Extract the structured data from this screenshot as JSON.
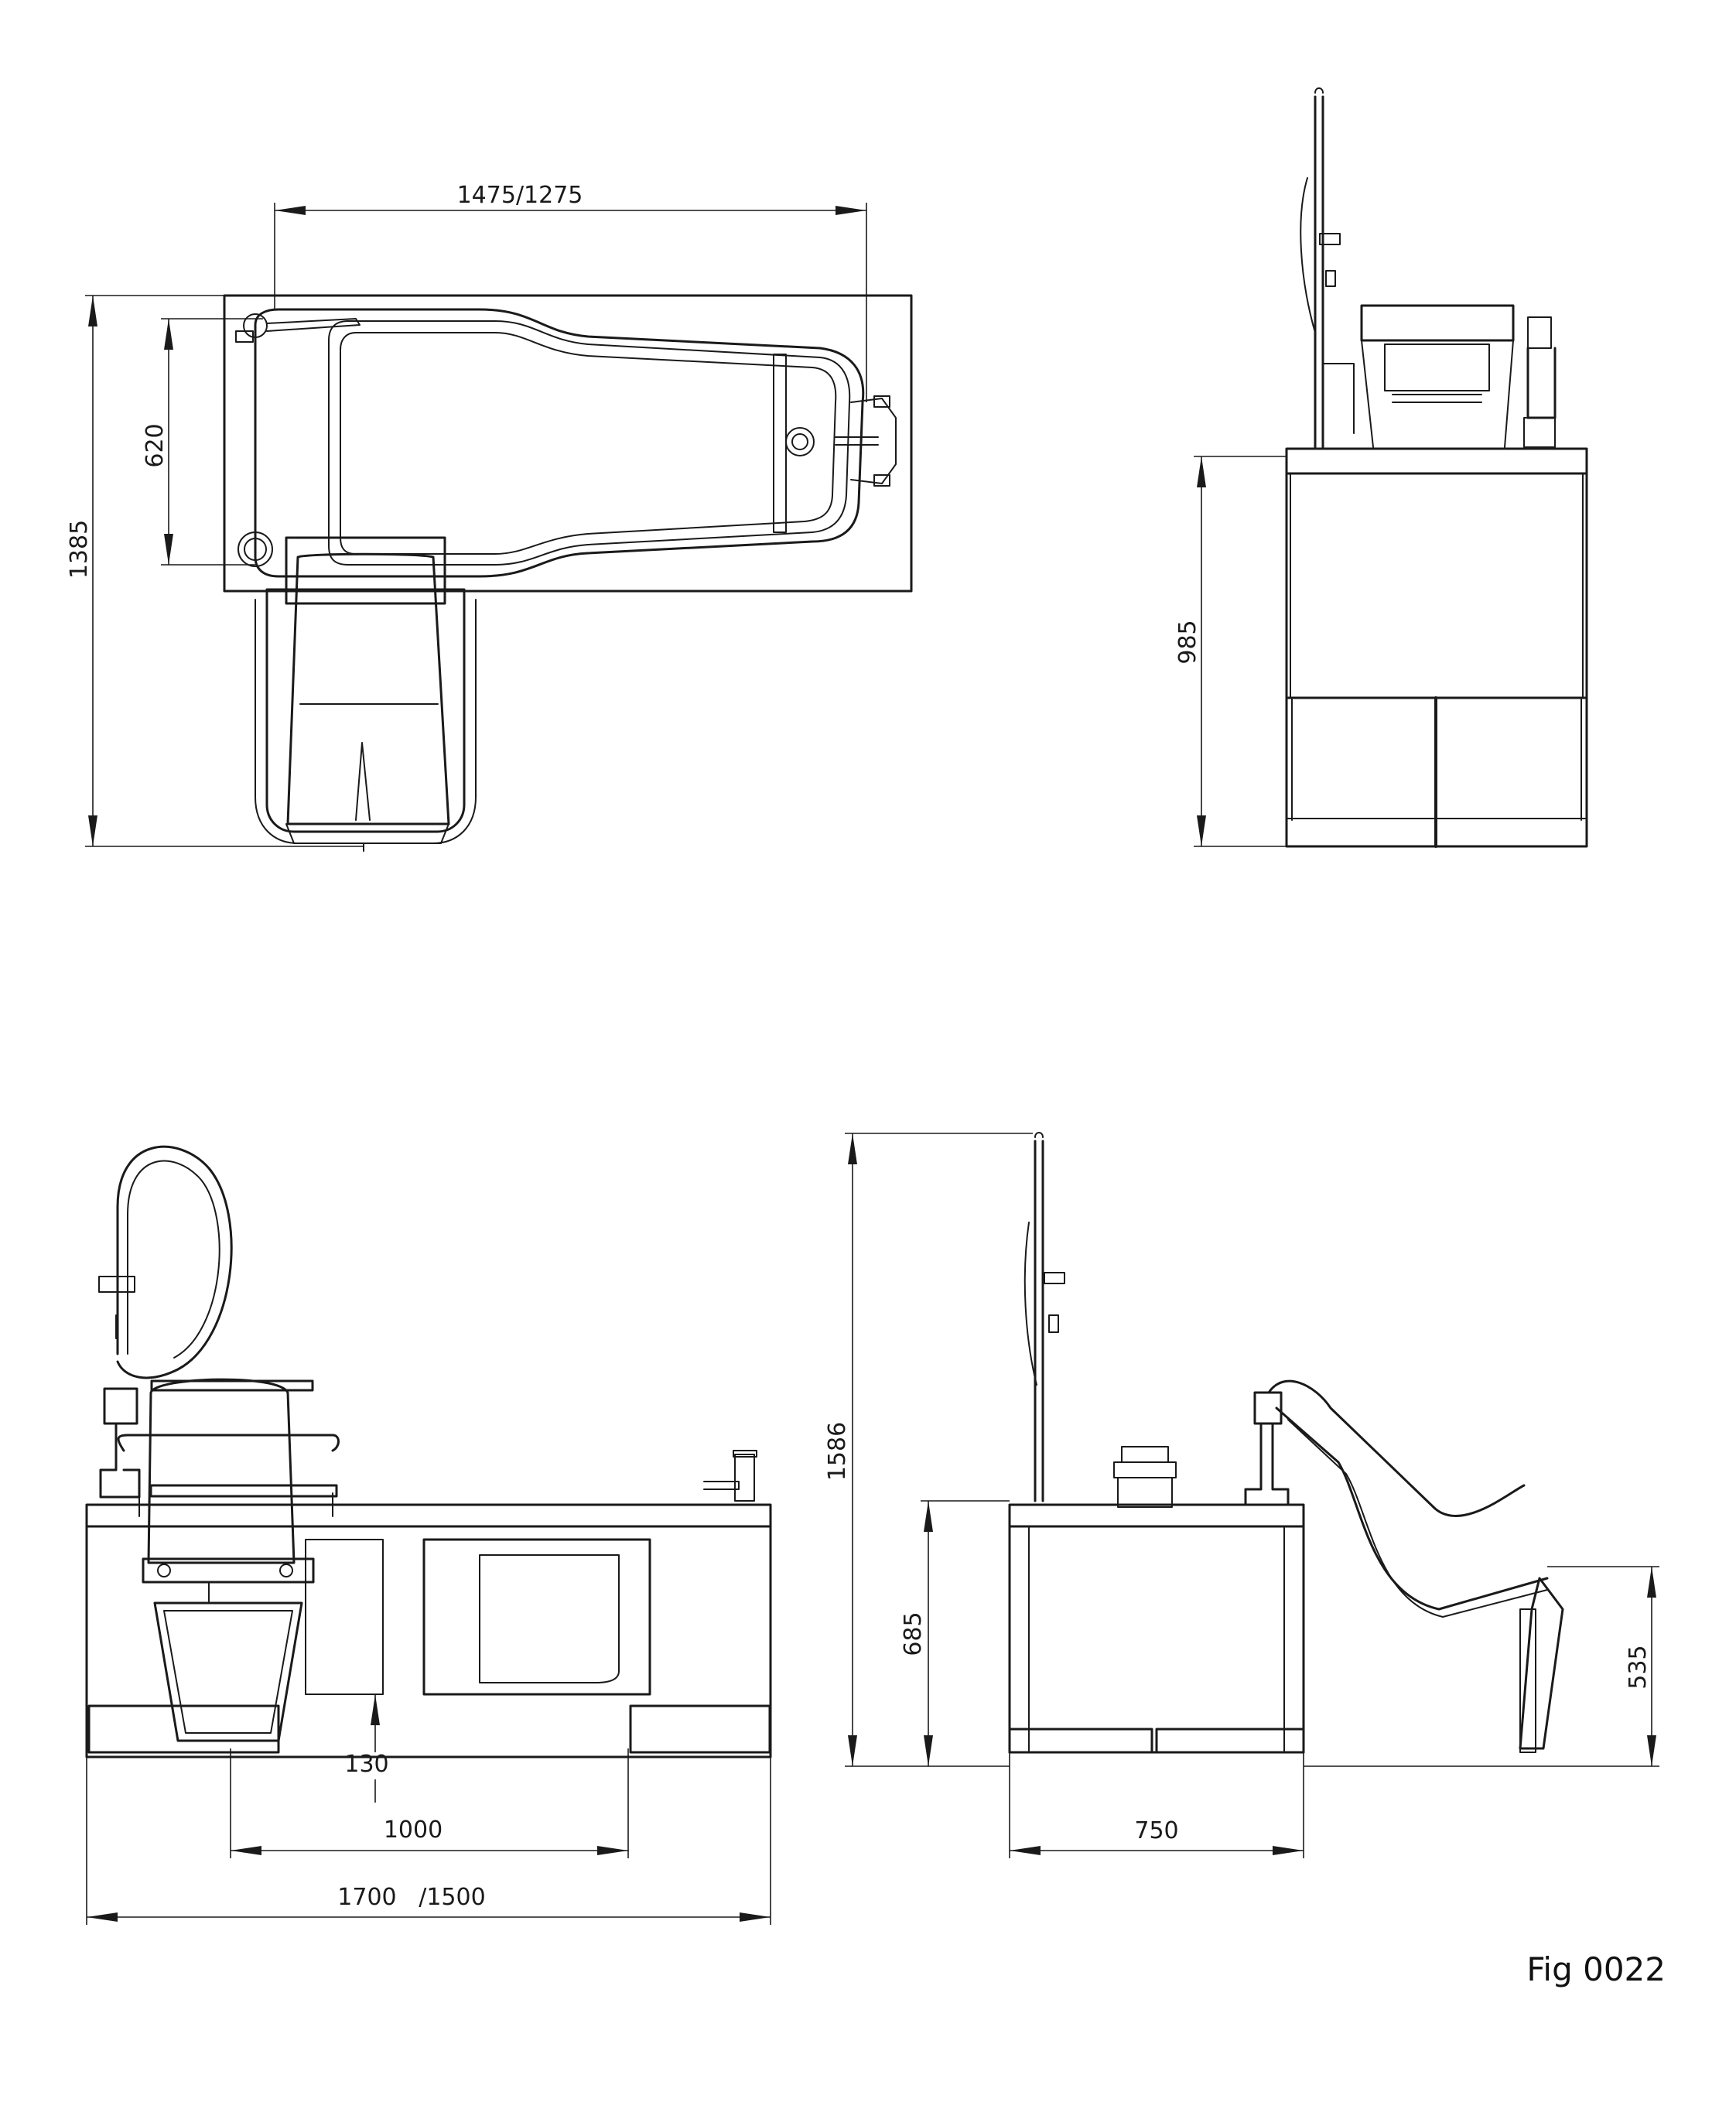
{
  "dimensions": {
    "top_length": "1475/1275",
    "top_inner_width": "620",
    "top_overall_width": "1385",
    "end_height": "985",
    "side_seat": "130",
    "side_inner": "1000",
    "side_overall": "1700   /1500",
    "total_height": "1586",
    "rim_height": "685",
    "end_width": "750",
    "lift_height": "535"
  },
  "figure_label": "Fig 0022"
}
